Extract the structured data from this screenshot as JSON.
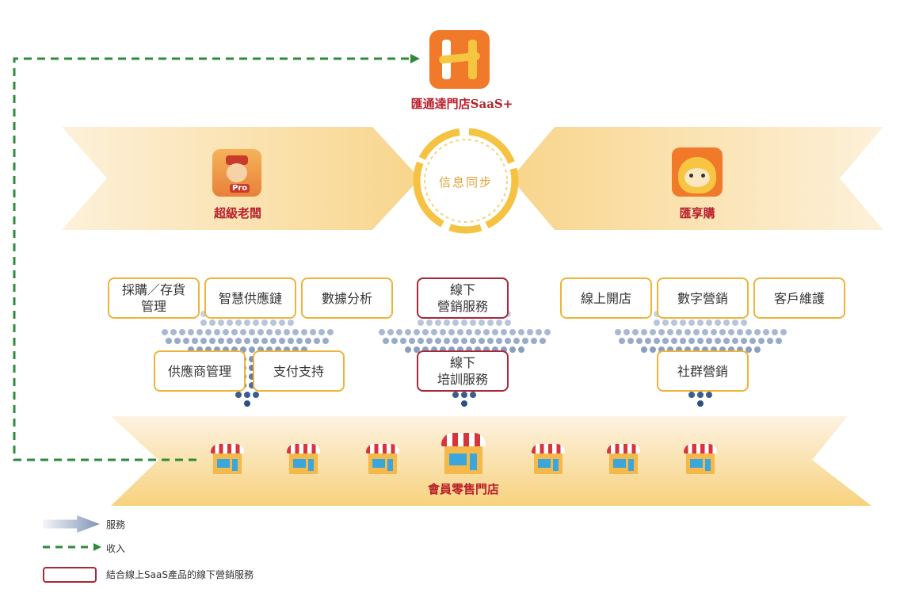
{
  "top_app": {
    "label": "匯通達門店SaaS+",
    "icon": "h-logo-icon"
  },
  "left_app": {
    "label": "超級老闆",
    "badge": "Pro"
  },
  "right_app": {
    "label": "匯享購"
  },
  "sync": {
    "label": "信息同步"
  },
  "left_services": [
    "採購／存貨\n管理",
    "智慧供應鏈",
    "數據分析",
    "供應商管理",
    "支付支持"
  ],
  "middle_services": [
    "線下\n營銷服務",
    "線下\n培訓服務"
  ],
  "right_services": [
    "線上開店",
    "數字營銷",
    "客戶維護",
    "社群營銷"
  ],
  "stores": {
    "label": "會員零售門店",
    "count": 7
  },
  "legend": {
    "service": "服務",
    "revenue": "收入",
    "offline": "結合線上SaaS產品的線下營銷服務"
  },
  "colors": {
    "accent_orange": "#f07a2a",
    "box_border": "#eeb33a",
    "red_border": "#a8283a",
    "dash_green": "#2e8b3a",
    "dot_blue": "#2c4f86"
  }
}
